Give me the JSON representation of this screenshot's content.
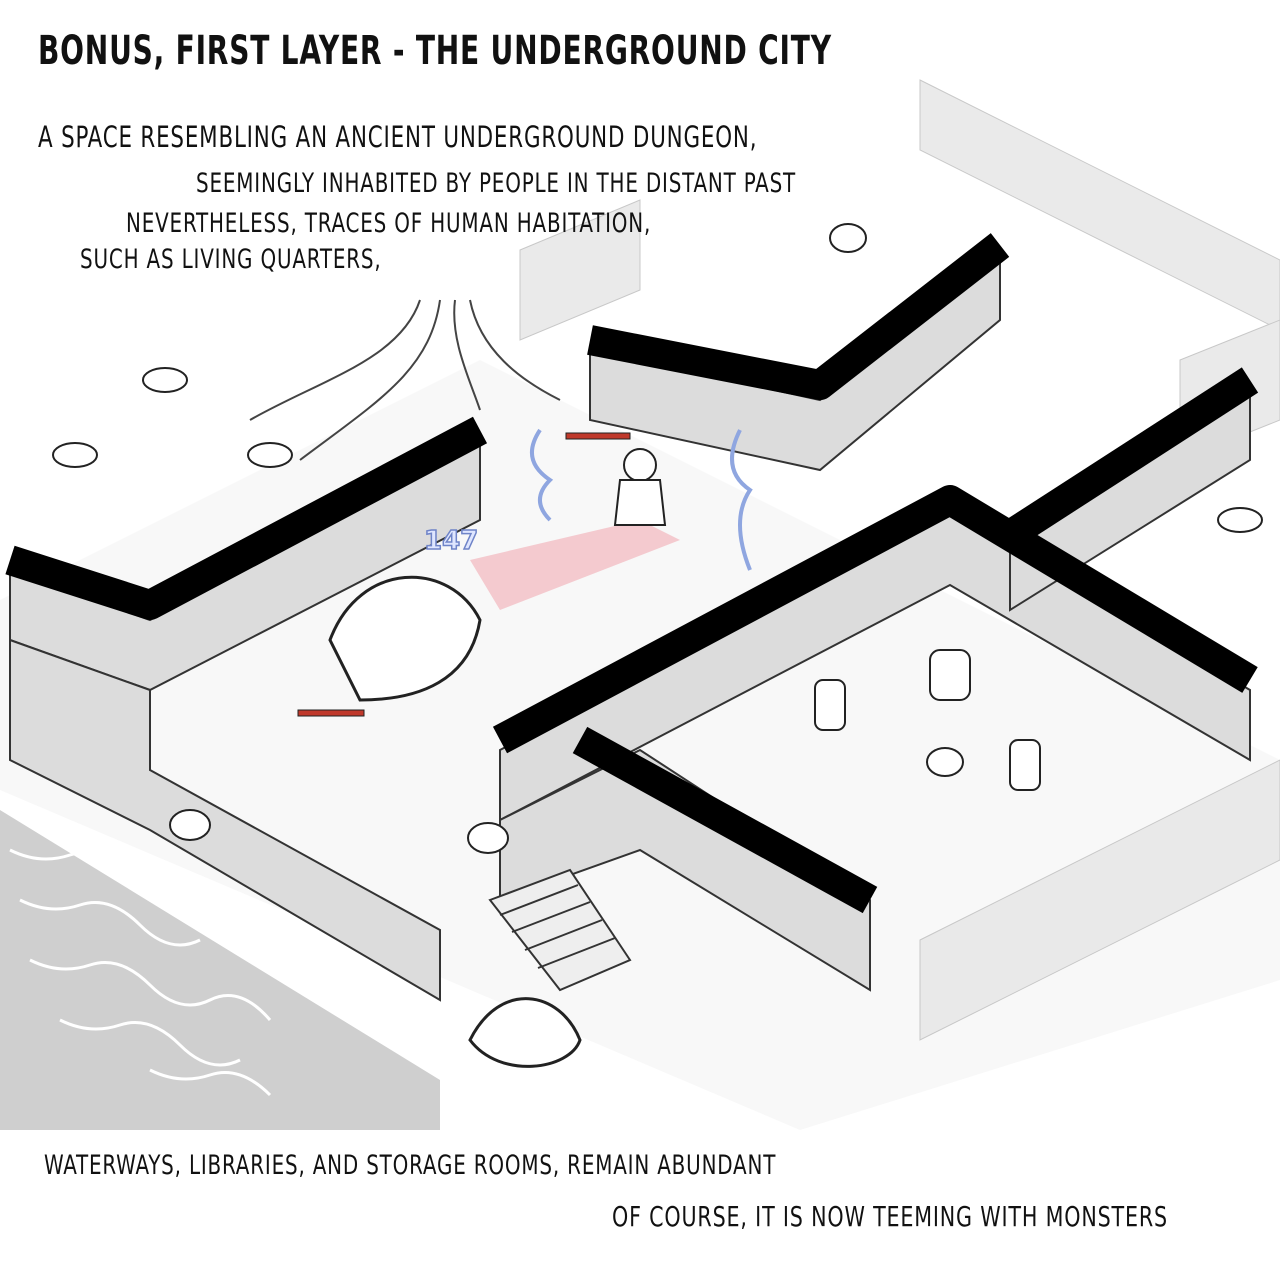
{
  "title": "Bonus, First Layer - The Underground City",
  "intro_lines": [
    "A space resembling an ancient underground dungeon,",
    "seemingly inhabited by people in the distant past",
    "Nevertheless, traces of human habitation,",
    "such as living quarters,"
  ],
  "outro_lines": [
    "waterways, libraries, and storage rooms, remain abundant",
    "Of course, it is now teeming with monsters"
  ],
  "scene": {
    "damage_number": "147",
    "colors": {
      "wall_top": "#000000",
      "wall_face": "#d9d9d9",
      "floor": "#f7f7f7",
      "attack_area": "#f2b6bd",
      "magic": "#8fa6e0",
      "health_bar": "#c0392b"
    }
  }
}
